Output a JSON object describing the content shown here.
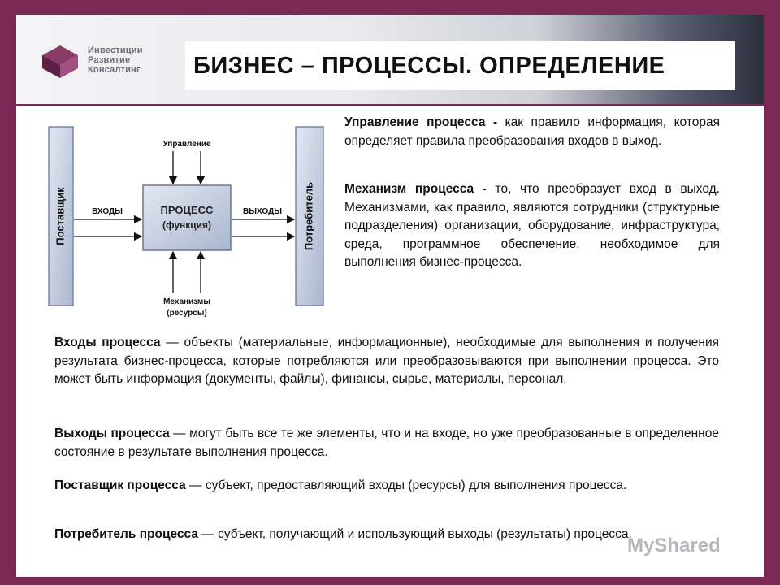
{
  "logo": {
    "lines": [
      "Инвестиции",
      "Развитие",
      "Консалтинг"
    ]
  },
  "title": "БИЗНЕС – ПРОЦЕССЫ. ОПРЕДЕЛЕНИЕ",
  "diagram": {
    "supplier": "Поставщик",
    "consumer": "Потребитель",
    "process_line1": "ПРОЦЕСС",
    "process_line2": "(функция)",
    "control": "Управление",
    "inputs": "ВХОДЫ",
    "outputs": "ВЫХОДЫ",
    "mechanisms_line1": "Механизмы",
    "mechanisms_line2": "(ресурсы)"
  },
  "definitions": {
    "control_term": "Управление процесса -",
    "control_text": " как правило информация, которая определяет правила преобразования входов в выход.",
    "mechanism_term": "Механизм процесса -",
    "mechanism_text": " то, что преобразует вход в выход. Механизмами, как правило, являются сотрудники (структурные подразделения) организации, оборудование, инфраструктура, среда, программное обеспечение, необходимое для выполнения бизнес-процесса.",
    "inputs_term": "Входы процесса",
    "inputs_text": " — объекты (материальные, информационные), необходимые для выполнения и получения результата бизнес-процесса, которые потребляются или преобразовываются при выполнении процесса. Это может быть информация (документы, файлы), финансы, сырье, материалы, персонал.",
    "outputs_term": "Выходы процесса",
    "outputs_text": " — могут быть все те же элементы, что и на входе, но уже преобразованные в определенное состояние в результате выполнения процесса.",
    "supplier_term": "Поставщик процесса",
    "supplier_text": " — субъект, предоставляющий входы (ресурсы) для выполнения процесса.",
    "consumer_term": "Потребитель процесса",
    "consumer_text": " — субъект, получающий и использующий выходы (результаты) процесса."
  },
  "watermark": "MyShared"
}
